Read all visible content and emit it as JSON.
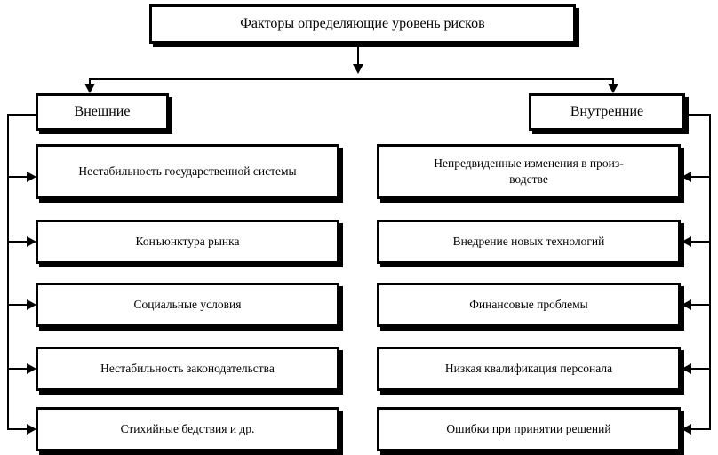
{
  "diagram": {
    "title": "Факторы определяющие уровень рисков",
    "categories": {
      "external": {
        "label": "Внешние",
        "items": [
          "Нестабильность государственной системы",
          "Конъюнктура рынка",
          "Социальные условия",
          "Нестабильность законодательства",
          "Стихийные бедствия и др."
        ]
      },
      "internal": {
        "label": "Внутренние",
        "items": [
          "Непредвиденные изменения в произ-\nводстве",
          "Внедрение новых технологий",
          "Финансовые проблемы",
          "Низкая квалификация персонала",
          "Ошибки при принятии решений"
        ]
      }
    },
    "colors": {
      "line": "#000000",
      "box_fill": "#ffffff",
      "text": "#000000"
    }
  }
}
